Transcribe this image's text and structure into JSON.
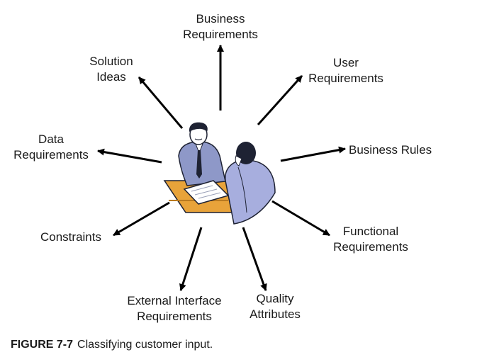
{
  "nodes": {
    "business_requirements": [
      "Business",
      "Requirements"
    ],
    "user_requirements": [
      "User",
      "Requirements"
    ],
    "business_rules": [
      "Business Rules"
    ],
    "functional_requirements": [
      "Functional",
      "Requirements"
    ],
    "quality_attributes": [
      "Quality",
      "Attributes"
    ],
    "external_interface_requirements": [
      "External Interface",
      "Requirements"
    ],
    "constraints": [
      "Constraints"
    ],
    "data_requirements": [
      "Data",
      "Requirements"
    ],
    "solution_ideas": [
      "Solution",
      "Ideas"
    ]
  },
  "caption": {
    "figure_number": "FIGURE 7-7",
    "text": "Classifying customer input."
  },
  "colors": {
    "arrow": "#000000",
    "table": "#e8a33a",
    "shirt_left": "#8e98c8",
    "shirt_right": "#a7aede",
    "outline": "#1e2233"
  }
}
